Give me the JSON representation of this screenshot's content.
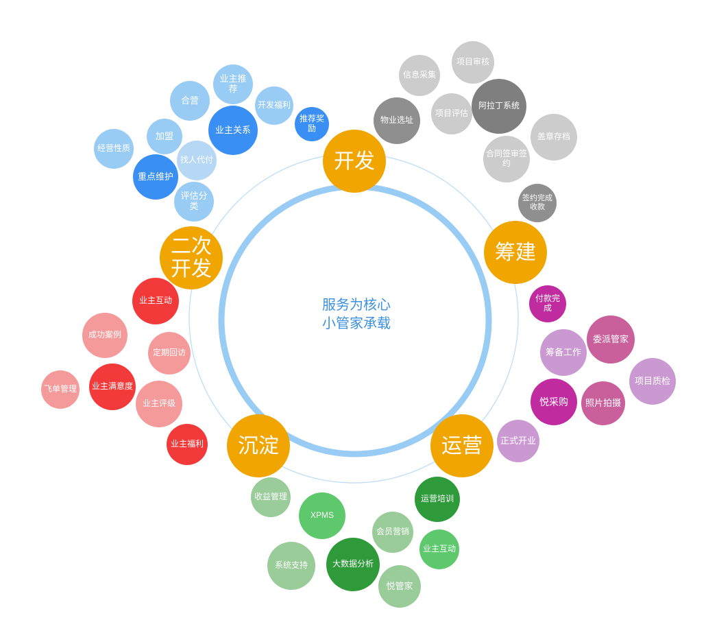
{
  "center": {
    "line1": "服务为核心",
    "line2": "小管家承载"
  },
  "colors": {
    "phase": "#f0a500",
    "ring": "#99ccf5",
    "thin_ring": "#b8dcf7",
    "center_text": "#3d8fe0"
  },
  "phases": {
    "develop": "开发",
    "prep": "筹建",
    "operate": "运营",
    "settle": "沉淀",
    "redevelop": "二次开发"
  },
  "blue": {
    "coop": "合营",
    "owner_recommend": "业主推荐",
    "dev_benefit": "开发福利",
    "recommend_reward": "推荐奖励",
    "owner_relation": "业主关系",
    "join": "加盟",
    "business_nature": "经营性质",
    "key_maintain": "重点维护",
    "agent": "找人代付",
    "eval_class": "评估分类"
  },
  "gray": {
    "info_collect": "信息采集",
    "project_review": "项目审核",
    "site_select": "物业选址",
    "project_eval": "项目评估",
    "alading": "阿拉丁系统",
    "contract_sign": "合同签审签约",
    "seal_archive": "盖章存档",
    "sign_collect": "签约完成收款"
  },
  "purple": {
    "payment_done": "付款完成",
    "dispatch_keeper": "委派管家",
    "prep_work": "筹备工作",
    "project_inspect": "项目质检",
    "yue_purchase": "悦采购",
    "photo_shoot": "照片拍摄",
    "formal_open": "正式开业"
  },
  "green": {
    "ops_training": "运营培训",
    "revenue_mgmt": "收益管理",
    "xpms": "XPMS",
    "member_mkt": "会员营销",
    "owner_interact": "业主互动",
    "system_support": "系统支持",
    "big_data": "大数据分析",
    "yue_keeper": "悦管家"
  },
  "red": {
    "owner_interact": "业主互动",
    "success_case": "成功案例",
    "regular_visit": "定期回访",
    "flyer_mgmt": "飞单管理",
    "owner_satisfaction": "业主满意度",
    "owner_rating": "业主评级",
    "owner_benefit": "业主福利"
  }
}
